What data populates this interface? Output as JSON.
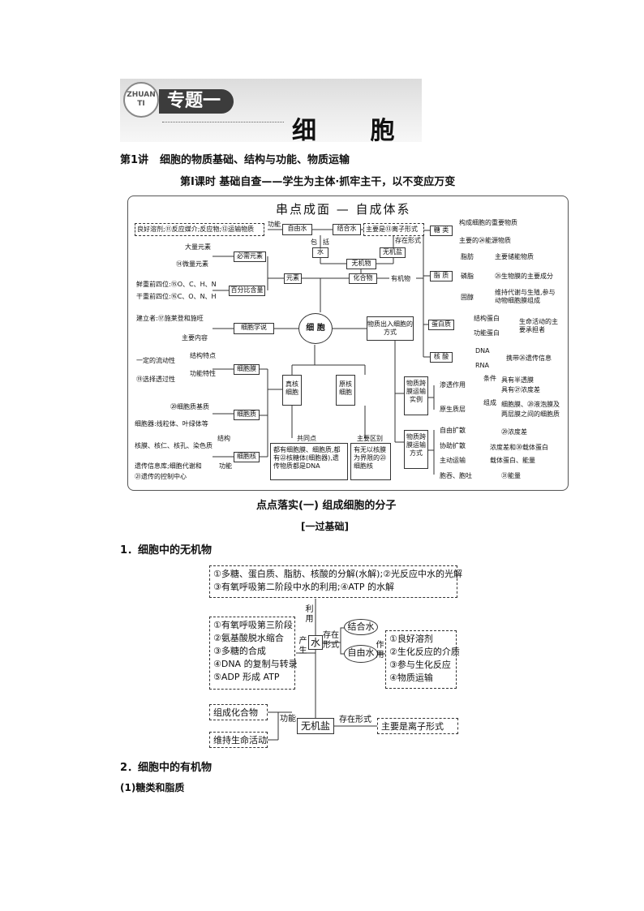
{
  "banner": {
    "badge": "ZHUAN TI",
    "topic": "专题一",
    "title": "细 胞"
  },
  "lecture": {
    "number": "第1讲",
    "title": "细胞的物质基础、结构与功能、物质运输"
  },
  "period": "第Ⅰ课时 基础自查——学生为主体·抓牢主干，以不变应万变",
  "mindmap": {
    "title": "串点成面 — 自成体系",
    "center": "细 胞",
    "nodes": {
      "free_water": "自由水",
      "bound_water": "结合水",
      "water": "水",
      "inorganic": "无机物",
      "salt": "无机盐",
      "element": "元素",
      "compound": "化合物",
      "organic": "有机物",
      "cell_theory": "细胞学说",
      "transport": "物质出入细胞的方式",
      "membrane": "细胞膜",
      "cytoplasm": "细胞质",
      "nucleus": "细胞核",
      "eukaryote": "真核细胞",
      "prokaryote": "原核细胞",
      "sugar": "糖 类",
      "lipid": "脂 质",
      "protein": "蛋白质",
      "nucleic": "核 酸",
      "transport_example": "物质跨膜运输实例",
      "transport_mode": "物质跨膜运输方式"
    },
    "labels": {
      "water_func": "良好溶剂;⑪反应媒介;反应物;⑫运输物质",
      "gongneng": "功能",
      "mainly_ion": "主要是⑬离子形式",
      "cunzai": "存在形式",
      "bao": "包",
      "kuo": "括",
      "major_el": "大量元素",
      "minor_el": "⑭微量元素",
      "essential": "必需元素",
      "fresh": "鲜重前四位:⑮O、C、H、N",
      "dry": "干重前四位:⑯C、O、N、H",
      "percent": "百分比含量",
      "founder": "建立者:⑰施莱登和施旺",
      "content": "主要内容",
      "fluidity": "一定的流动性",
      "struct_feat": "结构特点",
      "func_feat": "功能特性",
      "selective": "⑲选择透过性",
      "matrix": "⑳细胞质基质",
      "organelle": "细胞器:线粒体、叶绿体等",
      "nuc_struct": "核膜、核仁、核孔、染色质",
      "jiegou": "结构",
      "info_lib": "遗传信息库;细胞代谢和",
      "control": "㉑遗传的控制中心",
      "common": "共同点",
      "diff": "主要区别",
      "common_text": "都有细胞膜、细胞质,都有㉒核糖体(细胞器),遗传物质都是DNA",
      "diff_text": "有无以核膜为界限的㉓细胞核",
      "sugar1": "构成细胞的重要物质",
      "sugar2": "主要的㉔能源物质",
      "fat": "脂肪",
      "fat_f": "主要储能物质",
      "phos": "磷脂",
      "phos_f": "㉕生物膜的主要成分",
      "sterol": "固醇",
      "sterol_f": "维持代谢与生殖,参与动物细胞膜组成",
      "struct_prot": "结构蛋白",
      "func_prot": "功能蛋白",
      "prot_role": "生命活动的主要承担者",
      "dna": "DNA",
      "rna": "RNA",
      "carry": "携带㉖遗传信息",
      "osmosis": "渗透作用",
      "osm_cond1": "具有半透膜",
      "osm_cond2": "具有㉗浓度差",
      "plasmolysis": "原生质层",
      "composition": "组成",
      "plasm_text1": "细胞膜、㉘液泡膜及",
      "plasm_text2": "两层膜之间的细胞质",
      "tiaojian": "条件",
      "free_diff": "自由扩散",
      "free_cond": "㉙浓度差",
      "fac_diff": "协助扩散",
      "fac_cond": "浓度差和㉚载体蛋白",
      "active": "主动运输",
      "active_cond": "载体蛋白、能量",
      "endo": "胞吞、胞吐",
      "endo_cond": "㉛能量"
    }
  },
  "section_point": "点点落实(一) 组成细胞的分子",
  "section_base": "[一过基础]",
  "s1": {
    "title": "1．细胞中的无机物",
    "use_box": [
      "①多糖、蛋白质、脂肪、核酸的分解(水解);②光反应中水的光解",
      "③有氧呼吸第二阶段中水的利用;④ATP 的水解"
    ],
    "produce_box": [
      "①有氧呼吸第三阶段",
      "②氨基酸脱水缩合",
      "③多糖的合成",
      "④DNA 的复制与转录",
      "⑤ADP 形成 ATP"
    ],
    "use": "利用",
    "produce": "产生",
    "water": "水",
    "exist": "存在形式",
    "bound": "结合水",
    "free": "自由水",
    "role": "作用",
    "free_box": [
      "①良好溶剂",
      "②生化反应的介质",
      "③参与生化反应",
      "④物质运输"
    ],
    "salt": "无机盐",
    "func": "功能",
    "func1": "组成化合物",
    "func2": "维持生命活动",
    "salt_exist": "存在形式",
    "salt_form": "主要是离子形式"
  },
  "s2": {
    "title": "2．细胞中的有机物",
    "sub": "(1)糖类和脂质"
  }
}
